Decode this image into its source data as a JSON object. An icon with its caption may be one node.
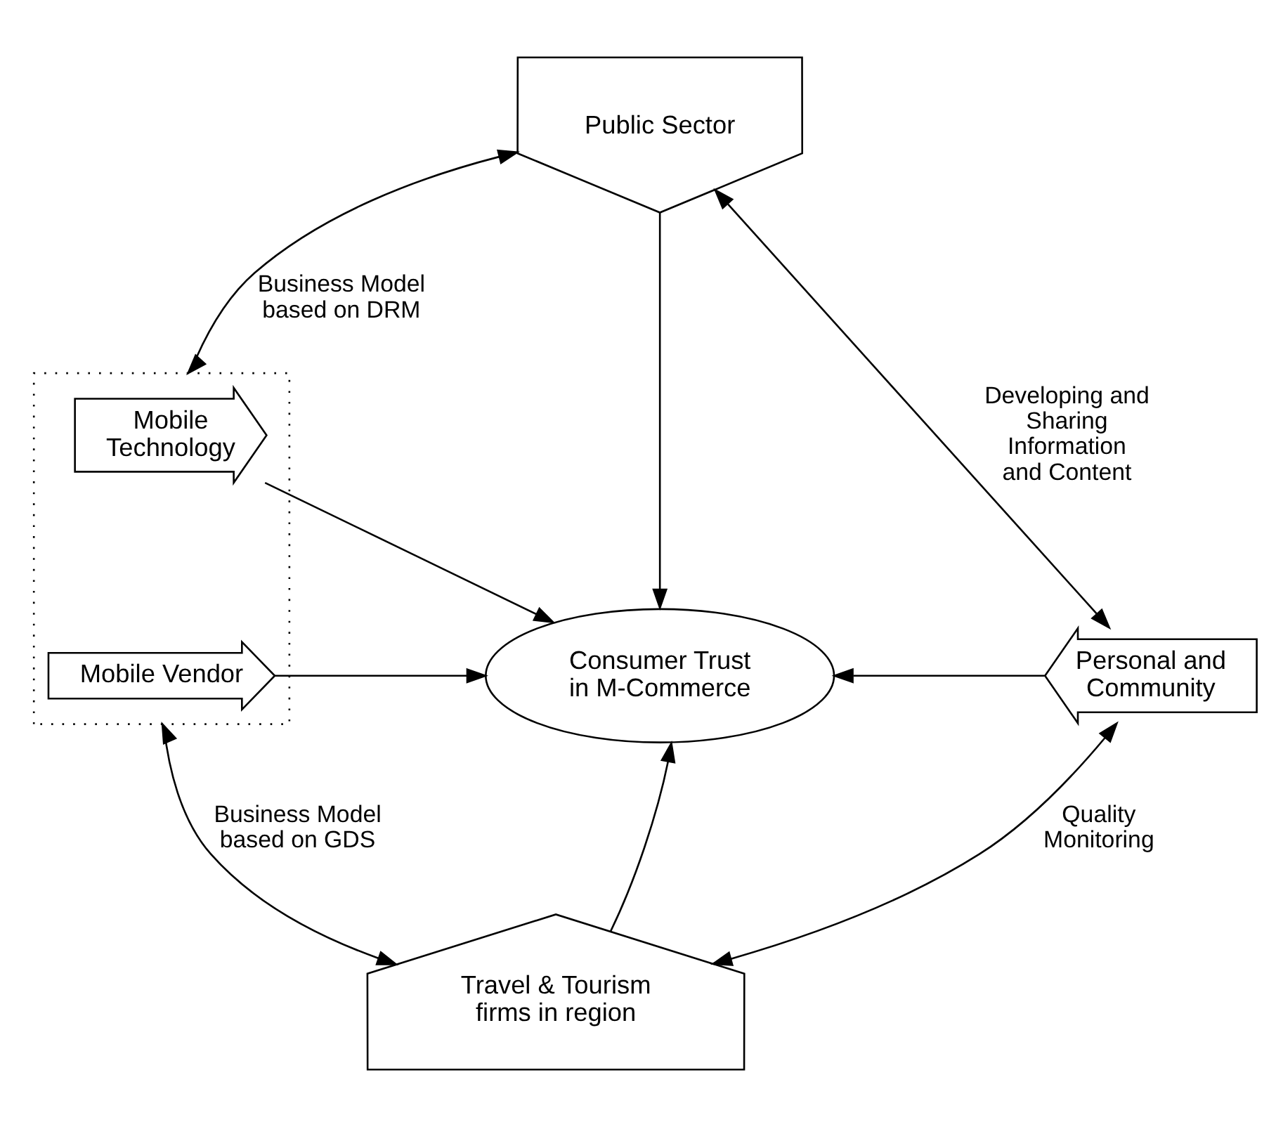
{
  "diagram": {
    "nodes": [
      {
        "text": [],
        "shape": "box"
      },
      {
        "text": [
          "Mobile Technology"
        ],
        "in": 0
      },
      {
        "text": [
          "Mobile Vendor"
        ],
        "in": 0
      },
      {
        "text": [
          "Public Sector"
        ]
      },
      {
        "text": [
          "Consumer Trust in M-Commerce"
        ]
      },
      {
        "text": [
          "Personal and Community"
        ]
      },
      {
        "text": [
          "Travel & Tourism firms in region"
        ]
      }
    ],
    "edges": [
      {
        "from": 1,
        "to": 4,
        "arrow": "to"
      },
      {
        "from": 2,
        "to": 4,
        "arrow": "to"
      },
      {
        "from": 3,
        "to": 4,
        "arrow": "to"
      },
      {
        "from": 5,
        "to": 4,
        "arrow": "to"
      },
      {
        "from": 6,
        "to": 4,
        "arrow": "to"
      },
      {
        "from": 0,
        "to": 3,
        "arrow": "both",
        "label": "Business Model based on DRM"
      },
      {
        "from": 3,
        "to": 5,
        "arrow": "both",
        "label": "Developing and Sharing Information and Content"
      },
      {
        "from": 0,
        "to": 6,
        "arrow": "both",
        "label": "Business Model based on GDS"
      },
      {
        "from": 6,
        "to": 5,
        "arrow": "both",
        "label": "Quality Monitoring"
      }
    ]
  }
}
